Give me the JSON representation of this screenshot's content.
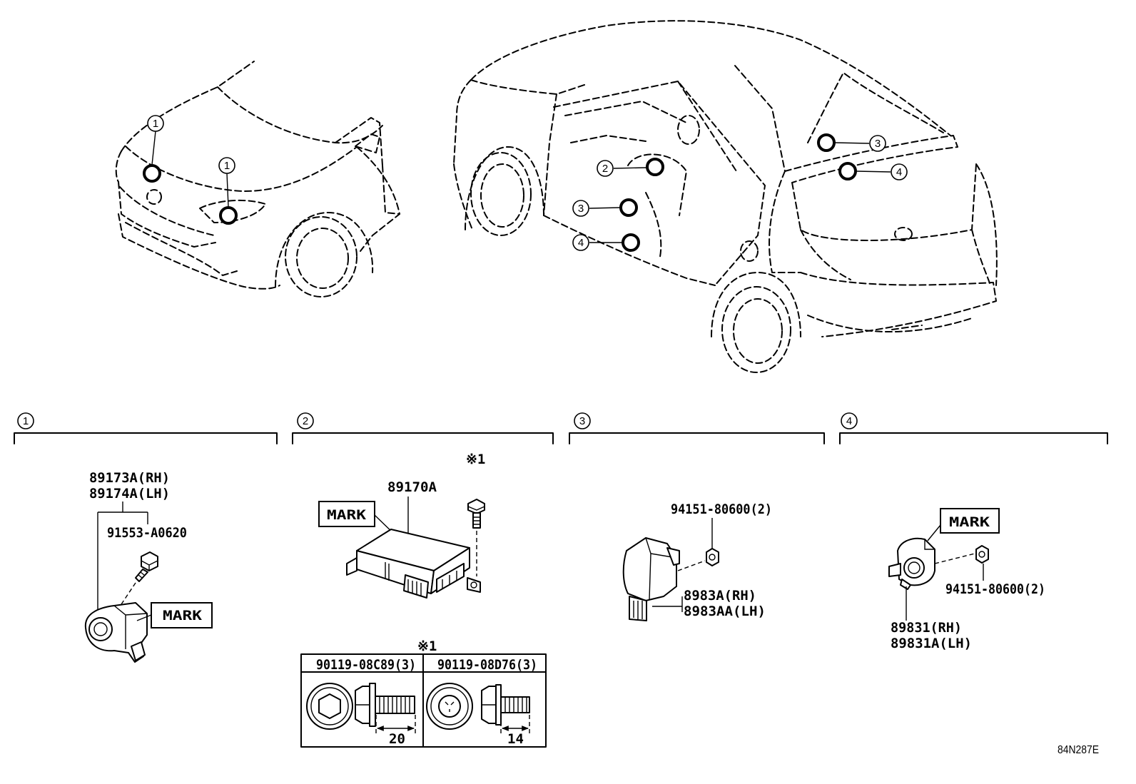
{
  "diagram_code": "84N287E",
  "overview": {
    "front_callouts": [
      "1",
      "1"
    ],
    "rear_callouts": [
      "2",
      "3",
      "4",
      "3",
      "4"
    ]
  },
  "section_1": {
    "number": "1",
    "part_rh": "89173A(RH)",
    "part_lh": "89174A(LH)",
    "bolt": "91553-A0620",
    "mark": "MARK"
  },
  "section_2": {
    "number": "2",
    "ecu": "89170A",
    "mark": "MARK",
    "bolt_note": "※1",
    "table_note": "※1",
    "table": {
      "col_1": "90119-08C89(3)",
      "col_2": "90119-08D76(3)",
      "length_1": "20",
      "length_2": "14"
    }
  },
  "section_3": {
    "number": "3",
    "nut": "94151-80600(2)",
    "part_rh": "8983A(RH)",
    "part_lh": "8983AA(LH)"
  },
  "section_4": {
    "number": "4",
    "mark": "MARK",
    "nut": "94151-80600(2)",
    "part_rh": "89831(RH)",
    "part_lh": "89831A(LH)"
  }
}
